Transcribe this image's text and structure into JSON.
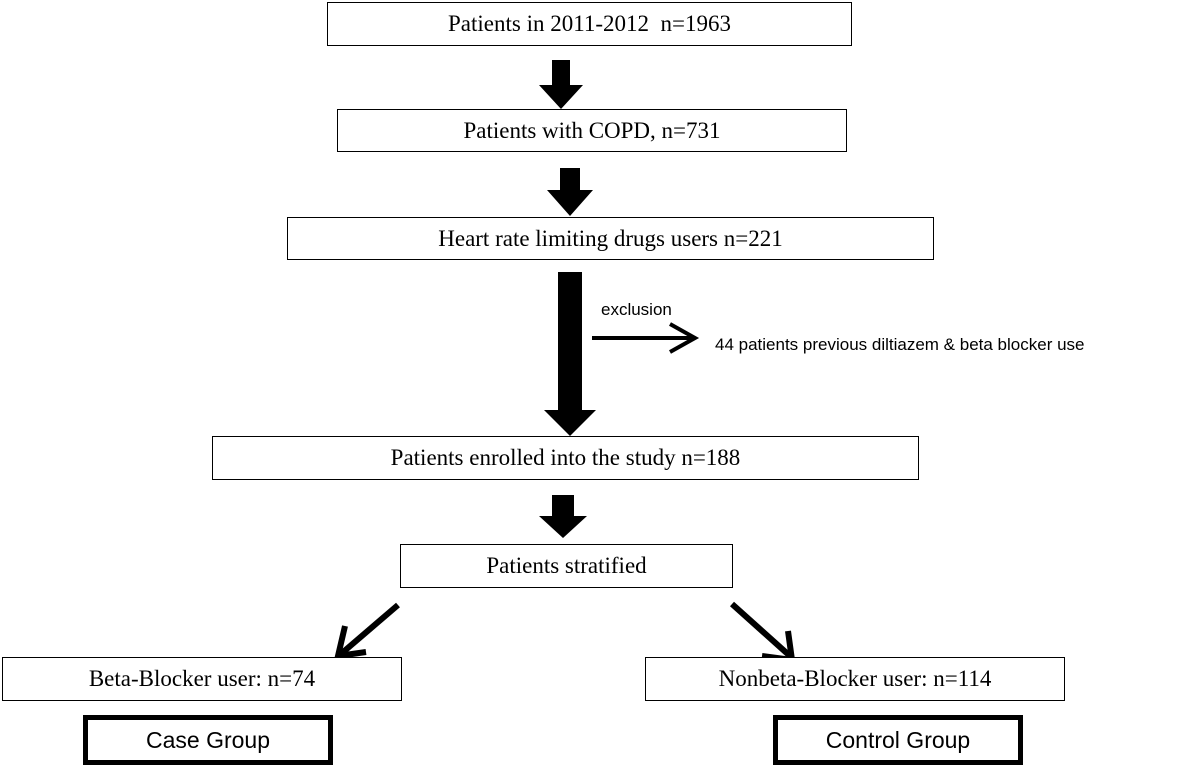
{
  "nodes": {
    "total": "Patients in 2011-2012  n=1963",
    "copd": "Patients with COPD, n=731",
    "hr_drugs": "Heart rate limiting drugs users n=221",
    "enrolled": "Patients enrolled into the study n=188",
    "stratified": "Patients stratified",
    "beta_users": "Beta-Blocker user: n=74",
    "nonbeta_users": "Nonbeta-Blocker user: n=114"
  },
  "exclusion": {
    "label": "exclusion",
    "detail": "44 patients previous diltiazem & beta blocker  use"
  },
  "groups": {
    "case": "Case Group",
    "control": "Control Group"
  }
}
